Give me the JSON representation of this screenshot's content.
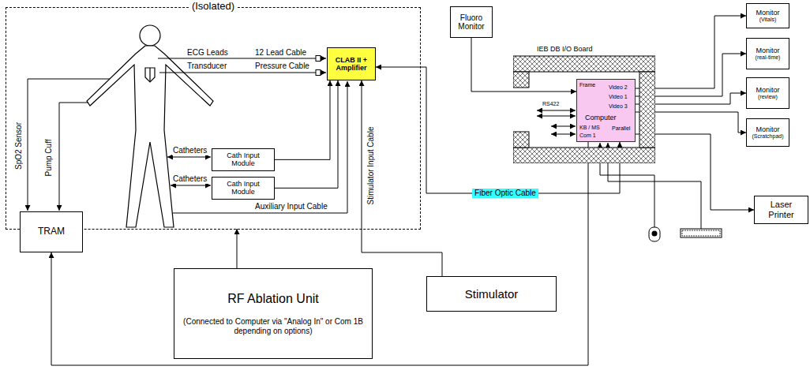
{
  "diagram": {
    "nodes": [
      {
        "text": [
          "(Isolated)"
        ]
      },
      {
        "text": [
          "CLAB II + Amplifier"
        ],
        "in": 0
      },
      {
        "text": [
          "Cath Input Module"
        ],
        "in": 0
      },
      {
        "text": [
          "Cath Input Module"
        ],
        "in": 0
      },
      {
        "text": [
          "TRAM"
        ],
        "in": 0
      },
      {
        "text": [
          "Fluoro Monitor"
        ]
      },
      {
        "text": [
          "IEB DB I/O Board"
        ]
      },
      {
        "text": [
          "Computer",
          "Frame",
          "Video 2",
          "Video 1",
          "Video 3",
          "Parallel",
          "KB / MS",
          "Com 1"
        ],
        "in": 6
      },
      {
        "text": [
          "Monitor",
          "(Vitals)"
        ]
      },
      {
        "text": [
          "Monitor",
          "(real-time)"
        ]
      },
      {
        "text": [
          "Monitor",
          "(review)"
        ]
      },
      {
        "text": [
          "Monitor",
          "(Scratchpad)"
        ]
      },
      {
        "text": [
          "Laser Printer"
        ]
      },
      {
        "text": [
          "RF Ablation Unit",
          "(Connected to Computer via \"Analog In\" or Com 1B depending on options)"
        ]
      },
      {
        "text": [
          "Stimulator"
        ]
      }
    ],
    "edges": [
      {
        "from": 2,
        "to": 1,
        "arrow": "to"
      },
      {
        "from": 3,
        "to": 1,
        "arrow": "to"
      },
      {
        "from": 14,
        "to": 1,
        "label": "Stimulator Input Cable",
        "arrow": "to"
      },
      {
        "from": 1,
        "to": 7,
        "label": "Fiber Optic Cable",
        "arrow": "both"
      },
      {
        "from": 5,
        "to": 7,
        "arrow": "to"
      },
      {
        "from": 7,
        "to": 8,
        "arrow": "to"
      },
      {
        "from": 7,
        "to": 9,
        "arrow": "to"
      },
      {
        "from": 7,
        "to": 10,
        "arrow": "to"
      },
      {
        "from": 7,
        "to": 11,
        "arrow": "to"
      },
      {
        "from": 7,
        "to": 12,
        "arrow": "to"
      },
      {
        "from": 13,
        "to": 0,
        "arrow": "to"
      },
      {
        "from": 7,
        "to": 4,
        "arrow": "to"
      }
    ],
    "labels": [
      "ECG Leads",
      "12 Lead Cable",
      "Transducer",
      "Pressure Cable",
      "Catheters",
      "Catheters",
      "SpO2 Sensor",
      "Pump Cuff",
      "Auxiliary Input Cable",
      "RS422"
    ]
  }
}
